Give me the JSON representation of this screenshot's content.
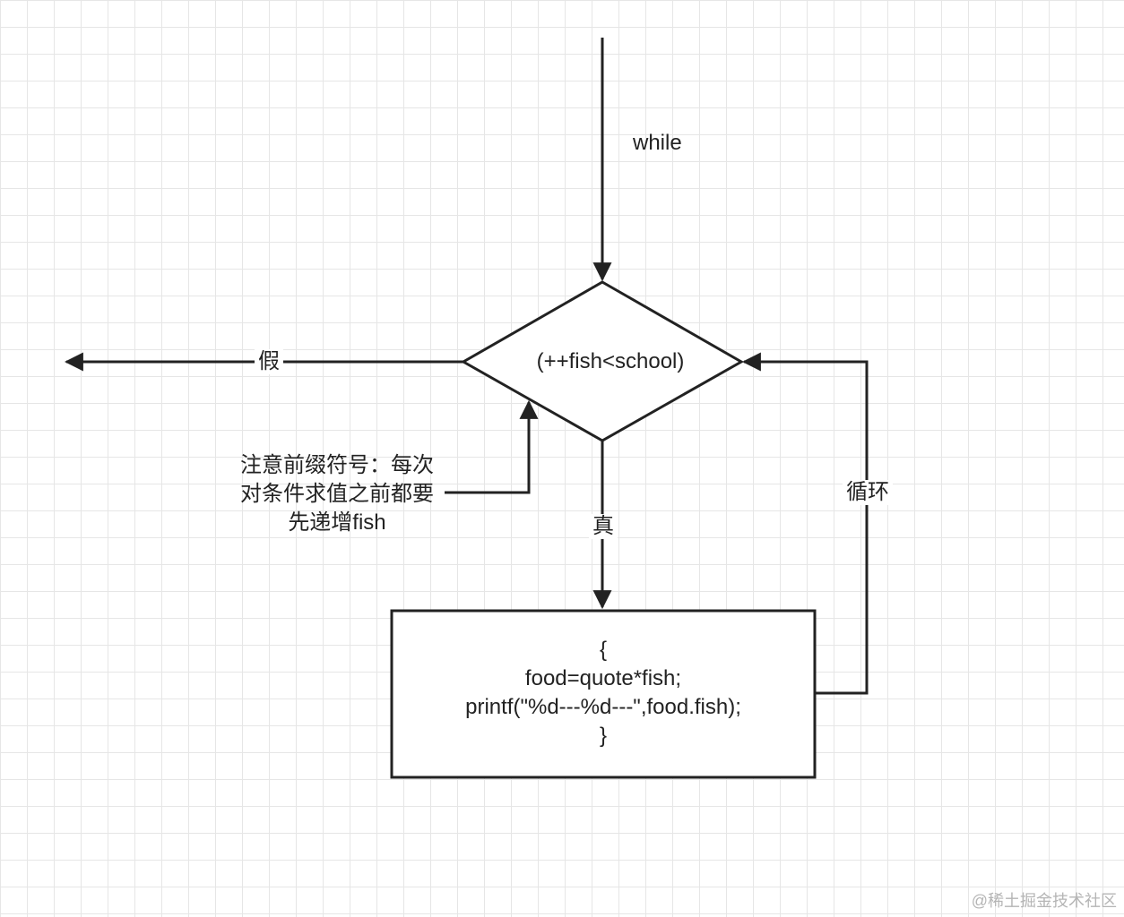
{
  "diagram": {
    "entry_label": "while",
    "condition": "(++fish<school)",
    "false_label": "假",
    "true_label": "真",
    "loop_label": "循环",
    "note_lines": [
      "注意前缀符号：每次",
      "对条件求值之前都要",
      "先递增fish"
    ],
    "body_lines": [
      "{",
      "food=quote*fish;",
      "printf(\"%d---%d---\",food.fish);",
      "}"
    ],
    "line_color": "#222222"
  },
  "watermark": "@稀土掘金技术社区"
}
